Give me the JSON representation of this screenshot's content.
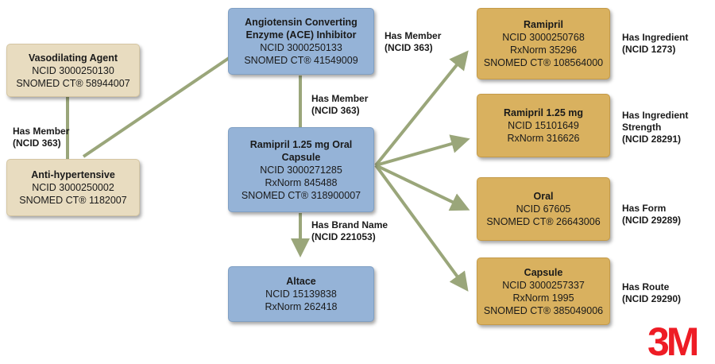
{
  "colors": {
    "connector": "#9aa67a",
    "blue_node": "#95b3d7",
    "gold_node": "#d9b15f",
    "tan_node": "#e8dcc0",
    "logo": "#ee1c25"
  },
  "nodes": {
    "ace": {
      "title": "Angiotensin Converting Enzyme (ACE) Inhibitor",
      "lines": [
        "NCID 3000250133",
        "SNOMED CT® 41549009"
      ]
    },
    "vaso": {
      "title": "Vasodilating Agent",
      "lines": [
        "NCID 3000250130",
        "SNOMED CT® 58944007"
      ]
    },
    "antihyp": {
      "title": "Anti-hypertensive",
      "lines": [
        "NCID 3000250002",
        "SNOMED CT® 1182007"
      ]
    },
    "capsule_drug": {
      "title": "Ramipril 1.25 mg Oral Capsule",
      "lines": [
        "NCID 3000271285",
        "RxNorm 845488",
        "SNOMED CT® 318900007"
      ]
    },
    "altace": {
      "title": "Altace",
      "lines": [
        "NCID 15139838",
        "RxNorm 262418"
      ]
    },
    "ramipril": {
      "title": "Ramipril",
      "lines": [
        "NCID 3000250768",
        "RxNorm 35296",
        "SNOMED CT® 108564000"
      ]
    },
    "strength": {
      "title": "Ramipril 1.25 mg",
      "lines": [
        "NCID 15101649",
        "RxNorm 316626"
      ]
    },
    "oral": {
      "title": "Oral",
      "lines": [
        "NCID 67605",
        "SNOMED CT® 26643006"
      ]
    },
    "capsule": {
      "title": "Capsule",
      "lines": [
        "NCID 3000257337",
        "RxNorm 1995",
        "SNOMED CT® 385049006"
      ]
    }
  },
  "labels": {
    "ace_member": [
      "Has Member",
      "(NCID 363)"
    ],
    "vaso_member": [
      "Has Member",
      "(NCID 363)"
    ],
    "mid_member": [
      "Has Member",
      "(NCID 363)"
    ],
    "brand": [
      "Has Brand Name",
      "(NCID 221053)"
    ],
    "ingredient": [
      "Has Ingredient",
      "(NCID 1273)"
    ],
    "strength": [
      "Has Ingredient",
      "Strength",
      "(NCID 28291)"
    ],
    "form": [
      "Has Form",
      "(NCID 29289)"
    ],
    "route": [
      "Has Route",
      "(NCID 29290)"
    ]
  },
  "logo": "3M"
}
